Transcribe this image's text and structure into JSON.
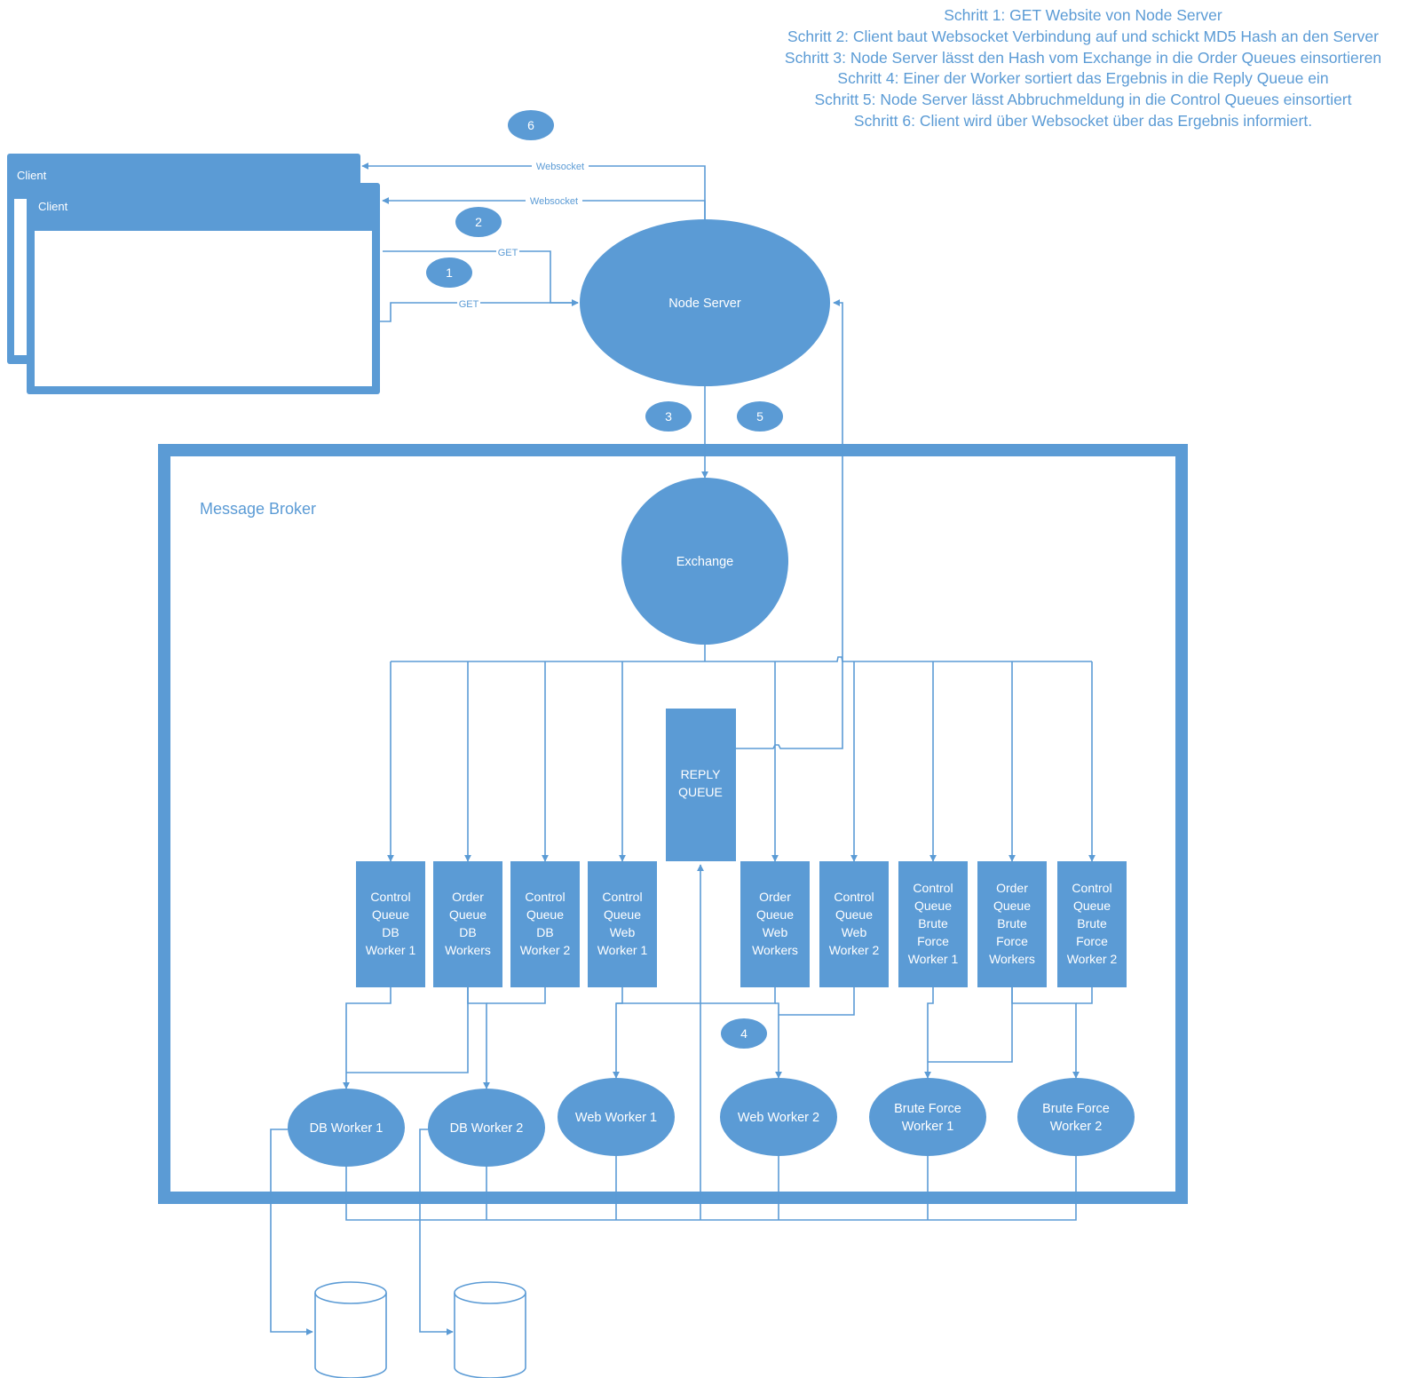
{
  "steps": [
    "Schritt 1: GET Website von Node Server",
    "Schritt 2: Client baut Websocket Verbindung auf und schickt MD5 Hash an den Server",
    "Schritt 3: Node Server lässt den Hash vom Exchange in die Order Queues einsortieren",
    "Schritt 4: Einer der Worker sortiert das Ergebnis in die Reply Queue ein",
    "Schritt 5: Node Server lässt Abbruchmeldung in die Control Queues einsortiert",
    "Schritt 6: Client wird über Websocket über das Ergebnis informiert."
  ],
  "clients": [
    "Client",
    "Client"
  ],
  "node_server": "Node Server",
  "exchange": "Exchange",
  "message_broker": "Message Broker",
  "reply_queue": [
    "REPLY",
    "QUEUE"
  ],
  "edge_labels": {
    "websocket": "Websocket",
    "get": "GET"
  },
  "step_markers": [
    "1",
    "2",
    "3",
    "4",
    "5",
    "6"
  ],
  "queues": [
    [
      "Control",
      "Queue",
      "DB",
      "Worker 1"
    ],
    [
      "Order",
      "Queue",
      "DB",
      "Workers"
    ],
    [
      "Control",
      "Queue",
      "DB",
      "Worker 2"
    ],
    [
      "Control",
      "Queue",
      "Web",
      "Worker 1"
    ],
    [
      "Order",
      "Queue",
      "Web",
      "Workers"
    ],
    [
      "Control",
      "Queue",
      "Web",
      "Worker 2"
    ],
    [
      "Control",
      "Queue",
      "Brute",
      "Force",
      "Worker 1"
    ],
    [
      "Order",
      "Queue",
      "Brute",
      "Force",
      "Workers"
    ],
    [
      "Control",
      "Queue",
      "Brute",
      "Force",
      "Worker 2"
    ]
  ],
  "workers": [
    [
      "DB Worker 1"
    ],
    [
      "DB Worker 2"
    ],
    [
      "Web Worker 1"
    ],
    [
      "Web Worker 2"
    ],
    [
      "Brute Force",
      "Worker 1"
    ],
    [
      "Brute Force",
      "Worker 2"
    ]
  ],
  "colors": {
    "accent": "#5b9bd5",
    "accent_dark": "#4f8ccb",
    "text_on_fill": "#ffffff",
    "background": "#ffffff"
  }
}
